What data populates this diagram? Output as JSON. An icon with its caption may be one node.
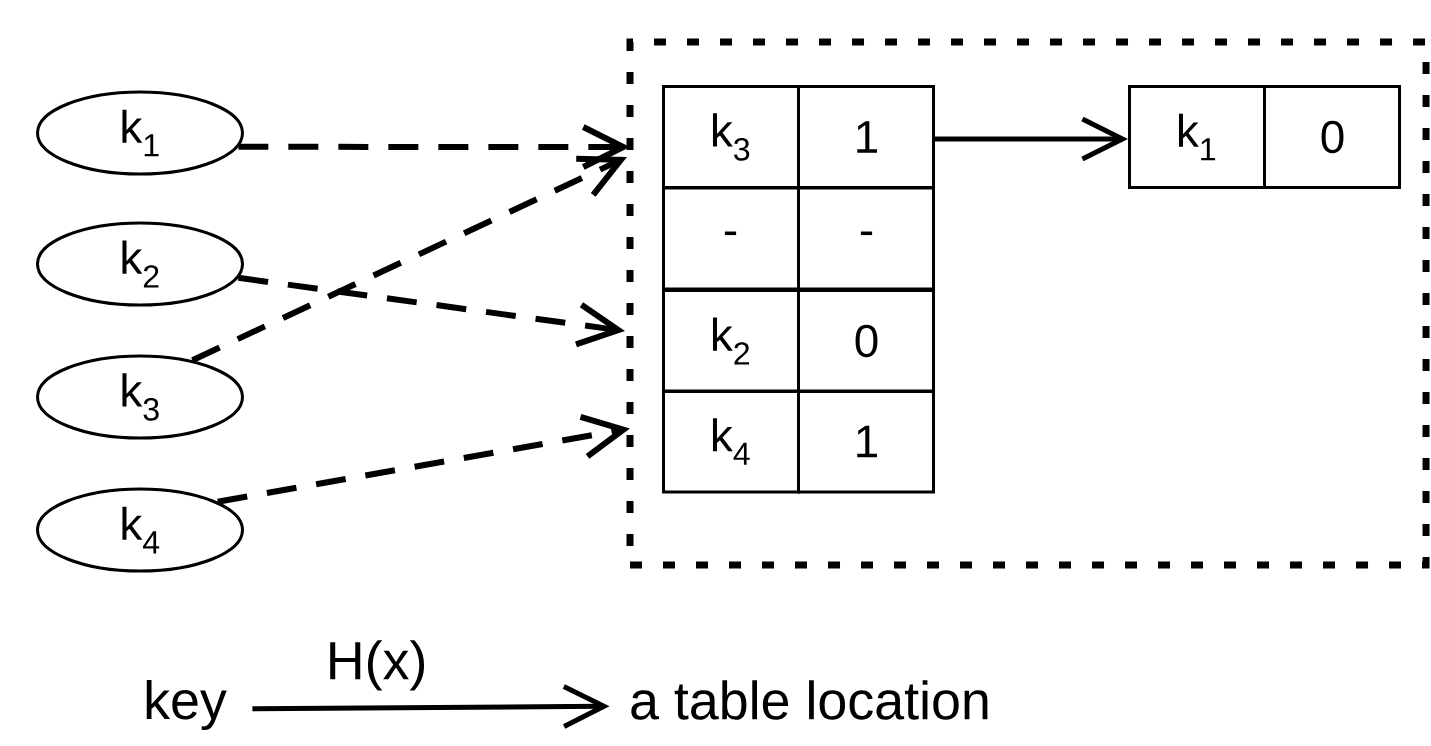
{
  "diagram": {
    "nodes": [
      {
        "text": [
          "k$_{1}$"
        ]
      },
      {
        "text": [
          "k$_{2}$"
        ]
      },
      {
        "text": [
          "k$_{3}$"
        ]
      },
      {
        "text": [
          "k$_{4}$"
        ]
      },
      {
        "text": [],
        "shape": "box"
      },
      {
        "text": [
          "k$_{3}$",
          "1"
        ],
        "in": 4
      },
      {
        "text": [
          "-",
          "-"
        ],
        "in": 4
      },
      {
        "text": [
          "k$_{2}$",
          "0"
        ],
        "in": 4
      },
      {
        "text": [
          "k$_{4}$",
          "1"
        ],
        "in": 4
      },
      {
        "text": [
          "k$_{1}$",
          "0"
        ],
        "in": 4
      },
      {
        "text": [
          "key"
        ]
      },
      {
        "text": [
          "a table location"
        ]
      }
    ],
    "edges": [
      {
        "from": 0,
        "to": 5,
        "arrow": "to",
        "style": "dashed"
      },
      {
        "from": 1,
        "to": 7,
        "arrow": "to",
        "style": "dashed"
      },
      {
        "from": 2,
        "to": 5,
        "arrow": "to",
        "style": "dashed"
      },
      {
        "from": 3,
        "to": 8,
        "arrow": "to",
        "style": "dashed"
      },
      {
        "from": 5,
        "to": 9,
        "arrow": "to"
      },
      {
        "from": 10,
        "to": 11,
        "arrow": "to",
        "label": "H(x)"
      }
    ]
  }
}
